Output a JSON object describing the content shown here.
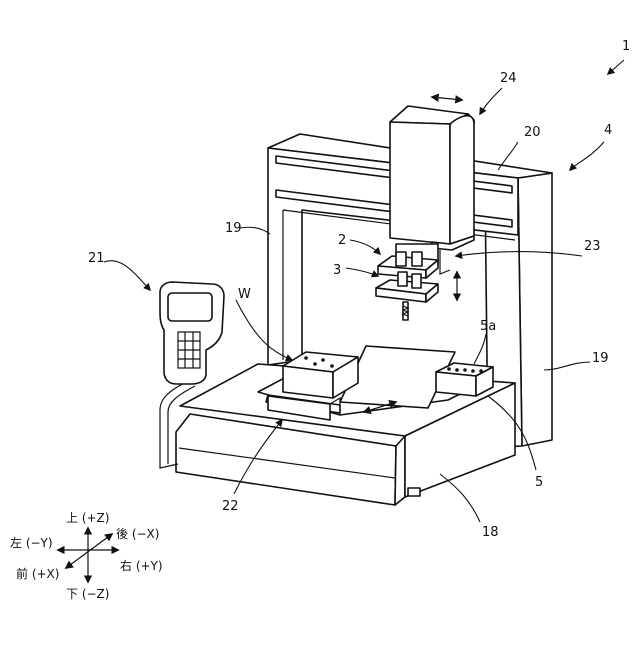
{
  "figure": {
    "labels": {
      "n1": "1",
      "n2": "2",
      "n3": "3",
      "n4": "4",
      "n5": "5",
      "n5a": "5a",
      "n18": "18",
      "n19_left": "19",
      "n19_right": "19",
      "n20": "20",
      "n21": "21",
      "n22": "22",
      "n23": "23",
      "n24": "24",
      "nW": "W"
    },
    "axes": {
      "up": "上 (+Z)",
      "down": "下 (−Z)",
      "left": "左 (−Y)",
      "right": "右 (+Y)",
      "back": "後 (−X)",
      "front": "前 (+X)"
    }
  }
}
